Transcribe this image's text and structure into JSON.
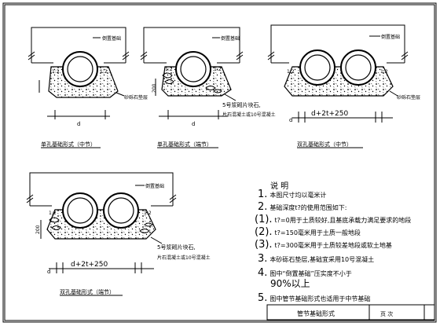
{
  "labels": {
    "tube_support": "倒置基础",
    "tube_support_2": "倒置基础",
    "tube_support_3": "倒置基础",
    "tube_support_4": "倒置基础",
    "gravel_cushion": "砂砾石垫层",
    "gravel_cushion_3": "砂砾石垫层",
    "slope_1": "1:2",
    "slope_2": "1:2",
    "slope_3": "1:2",
    "slope_4": "1:2",
    "slope_5": "1:2",
    "slope_6": "1:2",
    "slope_7": "1:2",
    "slope_8": "1:2",
    "h_200": "200",
    "h_200b": "200",
    "d_1": "d",
    "d_2": "d",
    "d_3": "d",
    "d_4": "d",
    "dim_a": "d+2t+250",
    "dim_b": "d+2t+250",
    "block_note_a1": "5号浆砌片块石,",
    "block_note_a2": "片石混凝土或10号混凝土",
    "block_note_b1": "5号浆砌片块石,",
    "block_note_b2": "片石混凝土或10号混凝土"
  },
  "captions": {
    "single_middle": "单孔基础形式（中节）",
    "single_end": "单孔基础形式（端节）",
    "double_middle": "双孔基础形式（中节）",
    "double_end": "双孔基础形式（端节）"
  },
  "notes": {
    "heading": "说 明",
    "items": [
      {
        "num": "1.",
        "text": "本图尺寸均以毫米计"
      },
      {
        "num": "2.",
        "text": "基础深度t?的使用范围如下:"
      },
      {
        "num": "(1).",
        "text": "t?=0用于土质较好,且基底承载力满足要求的地段"
      },
      {
        "num": "(2).",
        "text": "t?=150毫米用于土质一般地段"
      },
      {
        "num": "(3).",
        "text": "t?=300毫米用于土质较差地段或软土地基"
      },
      {
        "num": "3.",
        "text": "本砂砾石垫层,基础宜采用10号混凝土"
      },
      {
        "num": "4.",
        "text": "图中“倒置基础”压实度不小于"
      },
      {
        "num": "",
        "text": "90%以上"
      },
      {
        "num": "5.",
        "text": "图中管节基础形式也适用于中节基础"
      }
    ]
  },
  "title_block": {
    "title": "管节基础形式",
    "page_label": "页 次"
  }
}
